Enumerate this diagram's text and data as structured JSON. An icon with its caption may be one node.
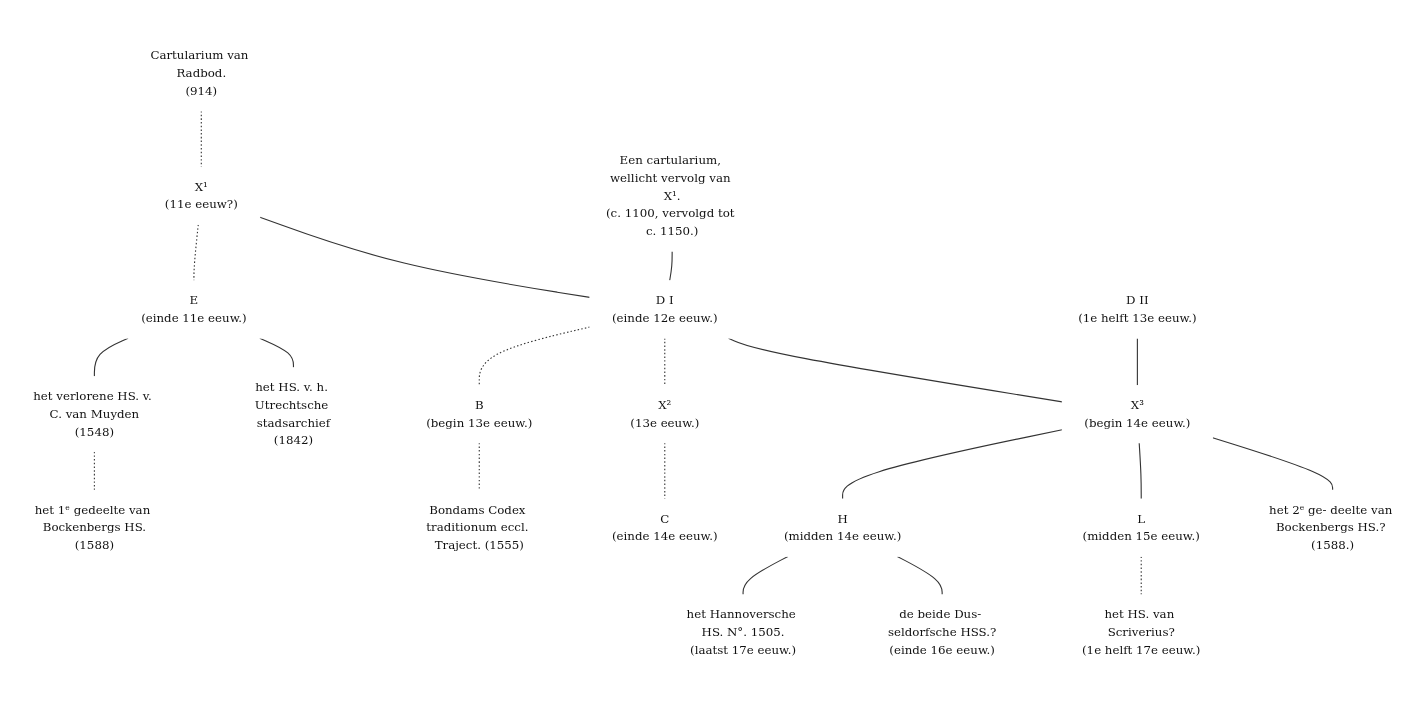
{
  "diagram": {
    "nodes": [
      {
        "text": [
          "Cartularium van Radbod.",
          "(914)"
        ]
      },
      {
        "text": [
          "X¹",
          "(11e eeuw?)"
        ]
      },
      {
        "text": [
          "Een cartularium, wellicht vervolg van X¹.",
          "(c. 1100, vervolgd tot c. 1150.)"
        ]
      },
      {
        "text": [
          "E",
          "(einde 11e eeuw.)"
        ]
      },
      {
        "text": [
          "D I",
          "(einde 12e eeuw.)"
        ]
      },
      {
        "text": [
          "D II",
          "(1e helft 13e eeuw.)"
        ]
      },
      {
        "text": [
          "het verlorene HS. v. C. van Muyden",
          "(1548)"
        ]
      },
      {
        "text": [
          "het HS. v. h. Utrechtsche stadsarchief",
          "(1842)"
        ]
      },
      {
        "text": [
          "B",
          "(begin 13e eeuw.)"
        ]
      },
      {
        "text": [
          "X²",
          "(13e eeuw.)"
        ]
      },
      {
        "text": [
          "X³",
          "(begin 14e eeuw.)"
        ]
      },
      {
        "text": [
          "het 1ᵉ gedeelte van Bockenbergs HS.",
          "(1588)"
        ]
      },
      {
        "text": [
          "Bondams Codex traditionum eccl. Traject. (1555)"
        ]
      },
      {
        "text": [
          "C",
          "(einde 14e eeuw.)"
        ]
      },
      {
        "text": [
          "H",
          "(midden 14e eeuw.)"
        ]
      },
      {
        "text": [
          "L",
          "(midden 15e eeuw.)"
        ]
      },
      {
        "text": [
          "het 2ᵉ ge- deelte van Bockenbergs HS.? (1588.)"
        ]
      },
      {
        "text": [
          "het Hannoversche HS. N°. 1505.",
          "(laatst 17e eeuw.)"
        ]
      },
      {
        "text": [
          "de beide Dus- seldorfsche HSS.?",
          "(einde 16e eeuw.)"
        ]
      },
      {
        "text": [
          "het HS. van Scriverius?",
          "(1e helft 17e eeuw.)"
        ]
      }
    ],
    "edges": [
      {
        "from": 0,
        "to": 1,
        "arrow": "none",
        "style": "dashed"
      },
      {
        "from": 1,
        "to": 3,
        "arrow": "none",
        "style": "dashed"
      },
      {
        "from": 1,
        "to": 4,
        "arrow": "none"
      },
      {
        "from": 2,
        "to": 4,
        "arrow": "none"
      },
      {
        "from": 3,
        "to": 6,
        "arrow": "none"
      },
      {
        "from": 3,
        "to": 7,
        "arrow": "none"
      },
      {
        "from": 4,
        "to": 8,
        "arrow": "none",
        "style": "dashed"
      },
      {
        "from": 4,
        "to": 9,
        "arrow": "none",
        "style": "dashed"
      },
      {
        "from": 4,
        "to": 10,
        "arrow": "none"
      },
      {
        "from": 5,
        "to": 10,
        "arrow": "none"
      },
      {
        "from": 6,
        "to": 11,
        "arrow": "none",
        "style": "dashed"
      },
      {
        "from": 8,
        "to": 12,
        "arrow": "none",
        "style": "dashed"
      },
      {
        "from": 9,
        "to": 13,
        "arrow": "none",
        "style": "dashed"
      },
      {
        "from": 10,
        "to": 14,
        "arrow": "none"
      },
      {
        "from": 10,
        "to": 15,
        "arrow": "none"
      },
      {
        "from": 10,
        "to": 16,
        "arrow": "none"
      },
      {
        "from": 14,
        "to": 17,
        "arrow": "none"
      },
      {
        "from": 14,
        "to": 18,
        "arrow": "none"
      },
      {
        "from": 15,
        "to": 19,
        "arrow": "none",
        "style": "dashed"
      }
    ]
  }
}
